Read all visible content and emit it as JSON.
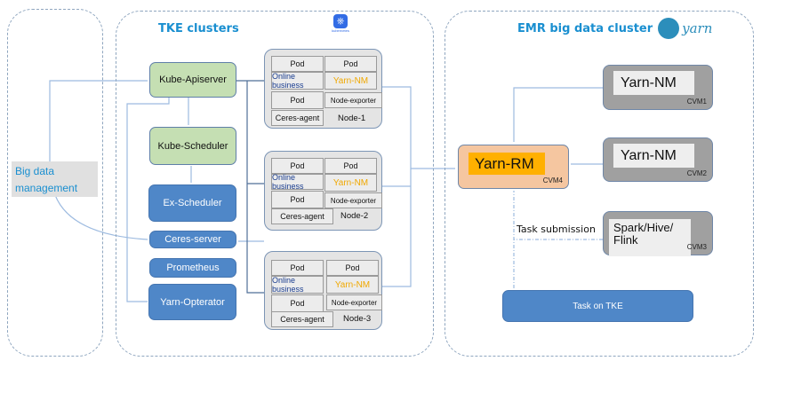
{
  "left_panel": {
    "label": "Big data management"
  },
  "tke": {
    "title": "TKE clusters",
    "logo_label": "kubernetes",
    "components": [
      "Kube-Apiserver",
      "Kube-Scheduler",
      "Ex-Scheduler",
      "Ceres-server",
      "Prometheus",
      "Yarn-Opterator"
    ],
    "nodes": [
      {
        "name": "Node-1",
        "pods": [
          "Pod",
          "Pod",
          "Online business",
          "Yarn-NM",
          "Pod",
          "Node-exporter",
          "Ceres-agent"
        ]
      },
      {
        "name": "Node-2",
        "pods": [
          "Pod",
          "Pod",
          "Online business",
          "Yarn-NM",
          "Pod",
          "Node-exporter",
          "Ceres-agent"
        ]
      },
      {
        "name": "Node-3",
        "pods": [
          "Pod",
          "Pod",
          "Online business",
          "Yarn-NM",
          "Pod",
          "Node-exporter",
          "Ceres-agent"
        ]
      }
    ]
  },
  "emr": {
    "title": "EMR big data cluster",
    "logo_label": "yarn",
    "rm": {
      "label": "Yarn-RM",
      "host": "CVM4"
    },
    "cvms": [
      {
        "label": "Yarn-NM",
        "host": "CVM1"
      },
      {
        "label": "Yarn-NM",
        "host": "CVM2"
      },
      {
        "label": "Spark/Hive/ Flink",
        "host": "CVM3"
      }
    ],
    "task_submission": "Task submission",
    "task_on_tke": "Task on TKE"
  },
  "colors": {
    "green": "#c5dfb3",
    "blue": "#4f87c8",
    "peach": "#f5c6a0",
    "orange": "#ffb000",
    "gray": "#a0a0a0",
    "title": "#1a8fd0",
    "yarn_nm_text": "#f0a800"
  }
}
